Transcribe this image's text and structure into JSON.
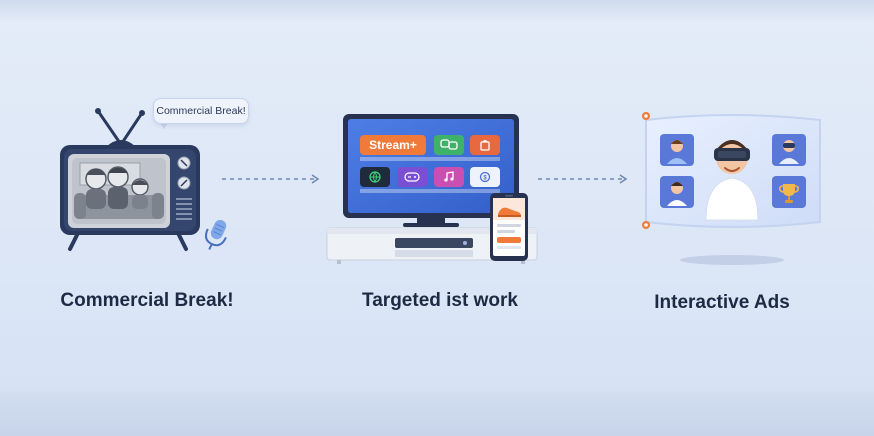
{
  "steps": [
    {
      "title": "Commercial Break!",
      "bubble": "Commercial Break!"
    },
    {
      "title": "Targeted ist work"
    },
    {
      "title": "Interactive Ads"
    }
  ],
  "apps": {
    "main": "Stream+"
  },
  "colors": {
    "navy": "#2a3a5e",
    "screen_blue": "#3f6fdc",
    "orange": "#f07a3a",
    "green": "#3fb26a",
    "purple": "#7a4fd4",
    "pink": "#e05aa8",
    "vr_tile": "#5a78d8"
  },
  "icons": [
    "retro-tv-icon",
    "microphone-icon",
    "smart-tv-icon",
    "smartphone-icon",
    "vr-headset-icon",
    "trophy-icon"
  ]
}
